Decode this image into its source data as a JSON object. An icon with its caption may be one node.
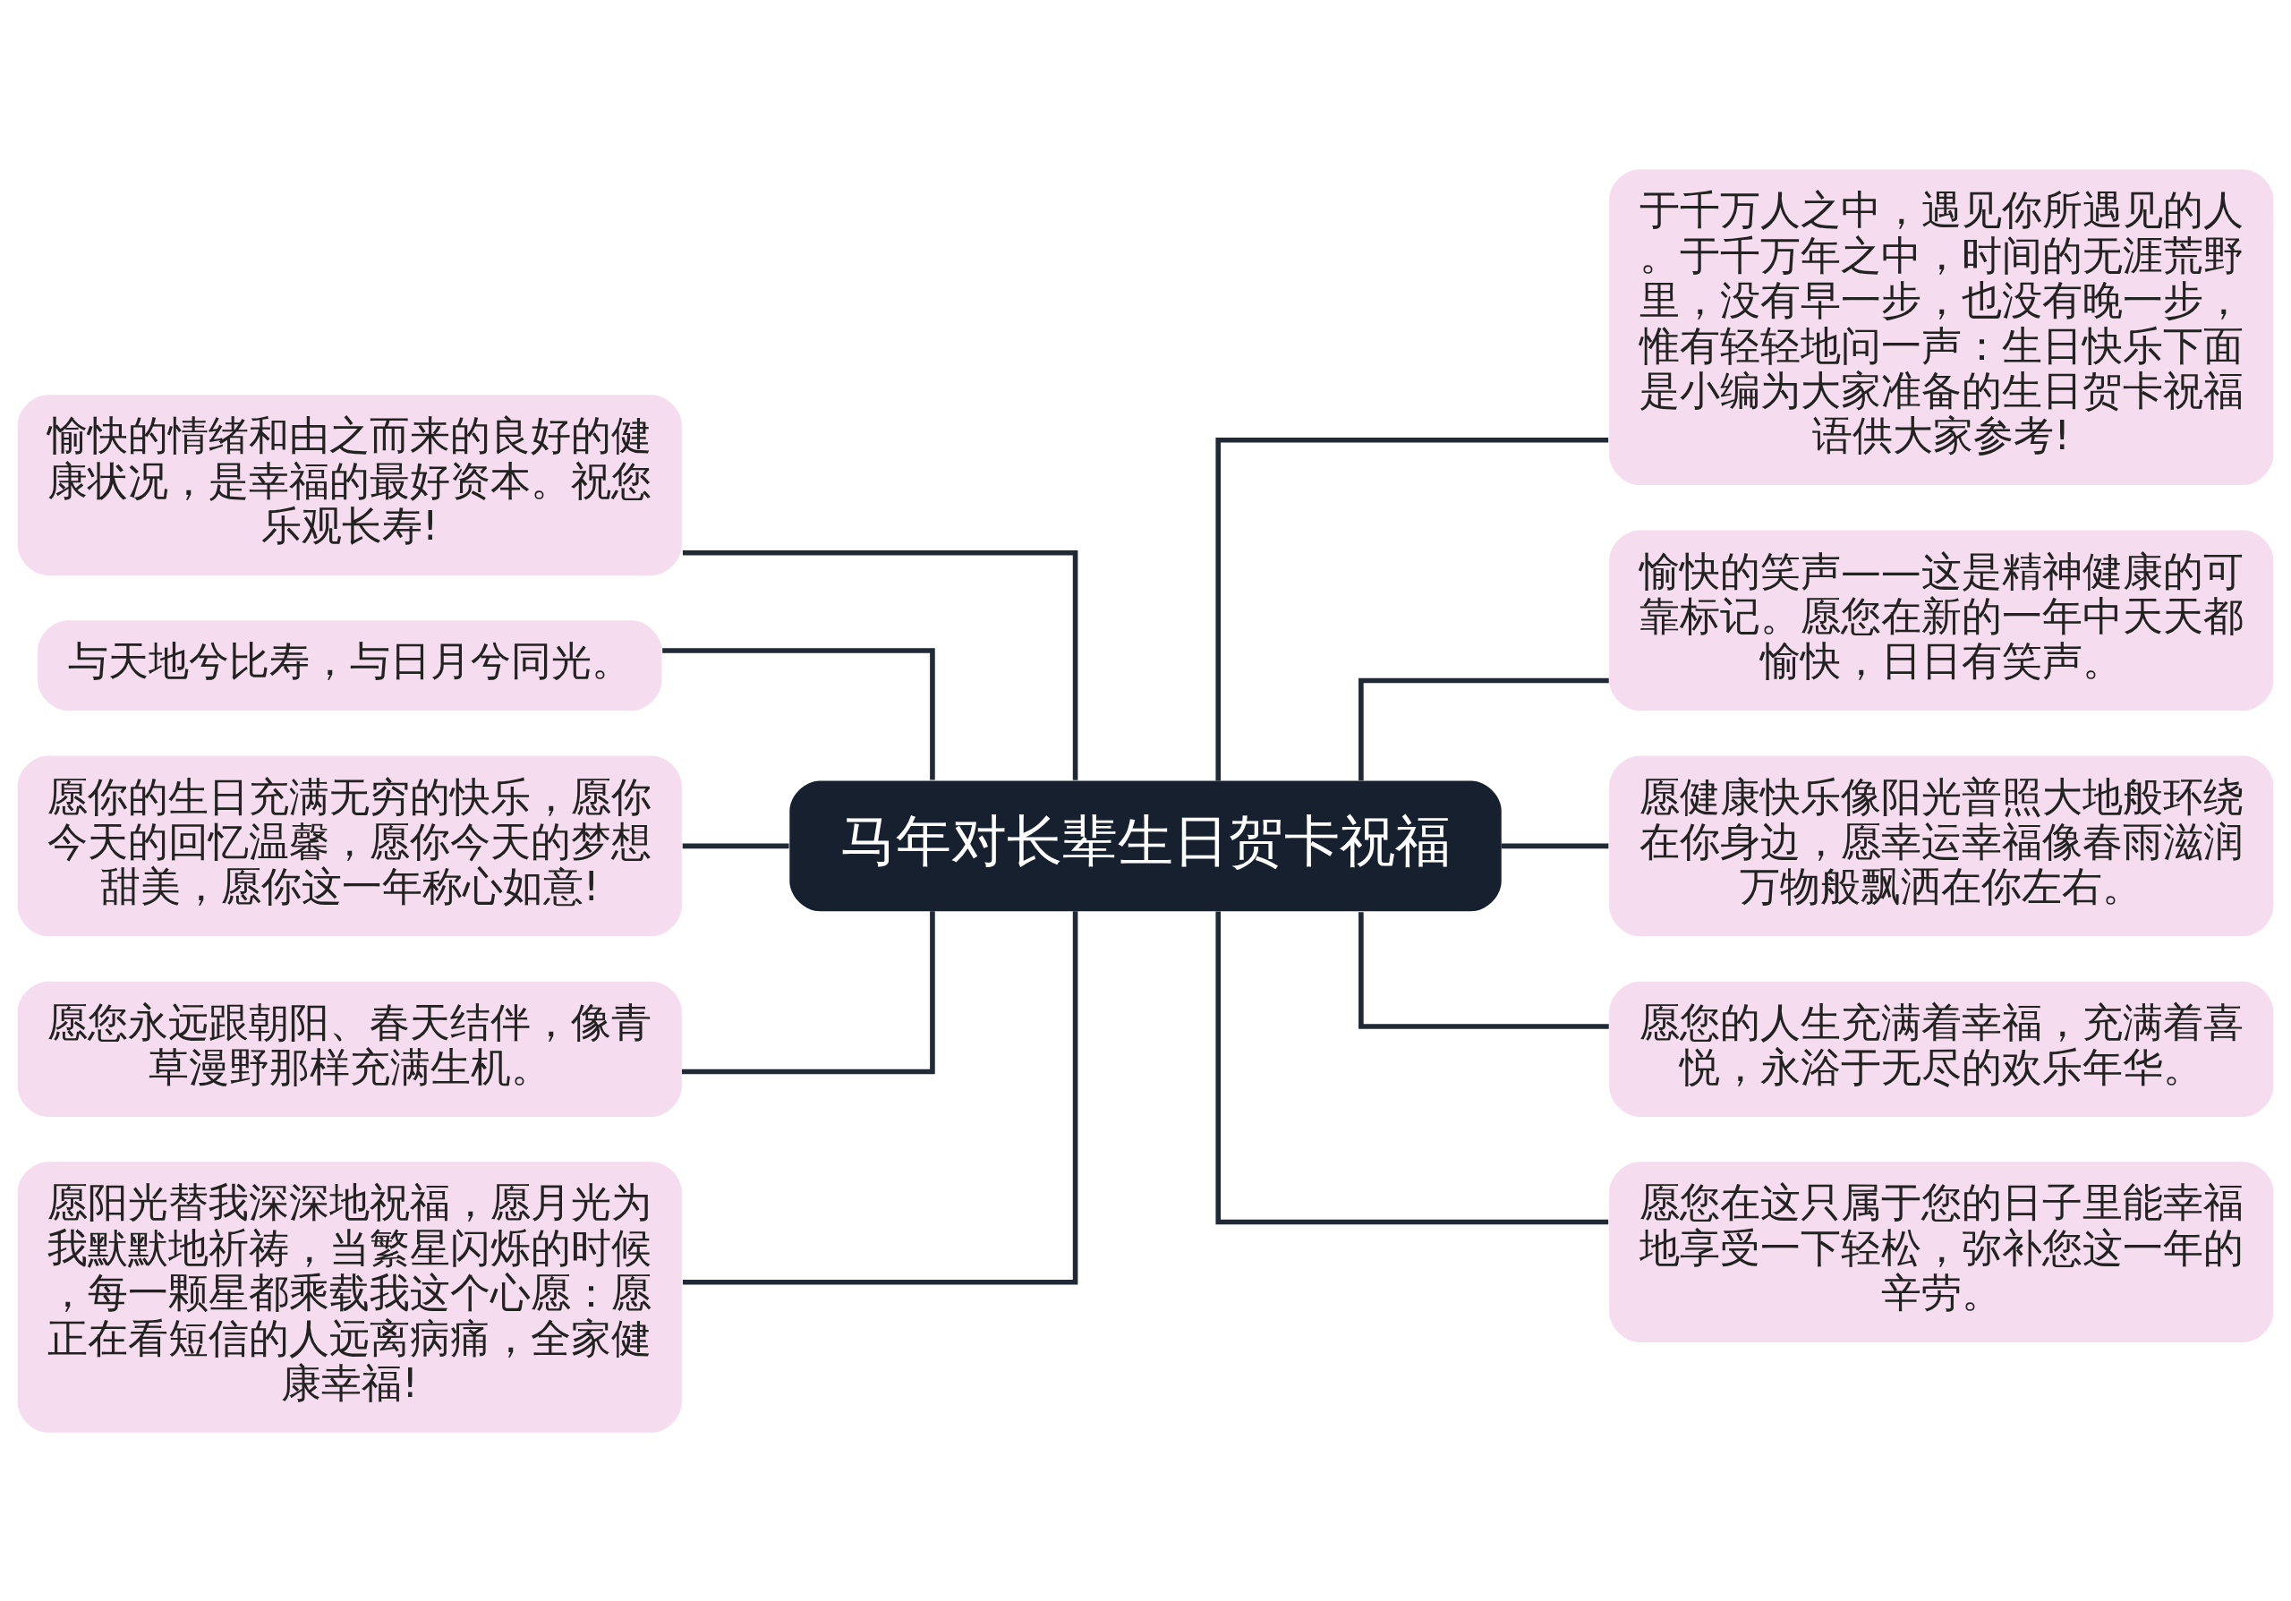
{
  "diagram": {
    "nodes": [
      {
        "text": [
          "马年对长辈生日贺卡祝福"
        ]
      },
      {
        "text": [
          "愉快的情绪和由之而来的良好的健康状况，是幸福的最好资本。祝您乐观长寿!"
        ]
      },
      {
        "text": [
          "与天地兮比寿，与日月兮同光。"
        ]
      },
      {
        "text": [
          "愿你的生日充满无穷的快乐，愿你今天的回忆温馨，愿你今天的梦想甜美，愿你这一年称心如意!"
        ]
      },
      {
        "text": [
          "愿您永远跟朝阳、春天结伴，像青草漫野那样充满生机。"
        ]
      },
      {
        "text": [
          "愿阳光替我深深地祝福，愿月光为我默默地祈祷，当繁星闪烁的时候，每一颗星都乘载我这个心愿：愿正在看短信的人远离病痛，全家健康幸福!"
        ]
      },
      {
        "text": [
          "于千万人之中，遇见你所遇见的人。于千万年之中，时间的无涯荒野里，没有早一步，也没有晚一步，惟有轻轻地问一声：生日快乐下面是小编为大家准备的生日贺卡祝福语供大家参考!"
        ]
      },
      {
        "text": [
          "愉快的笑声——这是精神健康的可靠标记。愿您在新的一年中天天都愉快，日日有笑声。"
        ]
      },
      {
        "text": [
          "愿健康快乐像阳光普照大地般环绕在你身边，愿幸运幸福像春雨滋润万物般飘洒在你左右。"
        ]
      },
      {
        "text": [
          "愿您的人生充满着幸福，充满着喜悦，永浴于无尽的欢乐年华。"
        ]
      },
      {
        "text": [
          "愿您在这只属于您的日子里能幸福地享受一下轻松，弥补您这一年的辛劳。"
        ]
      }
    ],
    "edges": [
      {
        "from": 0,
        "to": 1,
        "arrow": "none"
      },
      {
        "from": 0,
        "to": 2,
        "arrow": "none"
      },
      {
        "from": 0,
        "to": 3,
        "arrow": "none"
      },
      {
        "from": 0,
        "to": 4,
        "arrow": "none"
      },
      {
        "from": 0,
        "to": 5,
        "arrow": "none"
      },
      {
        "from": 0,
        "to": 6,
        "arrow": "none"
      },
      {
        "from": 0,
        "to": 7,
        "arrow": "none"
      },
      {
        "from": 0,
        "to": 8,
        "arrow": "none"
      },
      {
        "from": 0,
        "to": 9,
        "arrow": "none"
      },
      {
        "from": 0,
        "to": 10,
        "arrow": "none"
      }
    ]
  }
}
